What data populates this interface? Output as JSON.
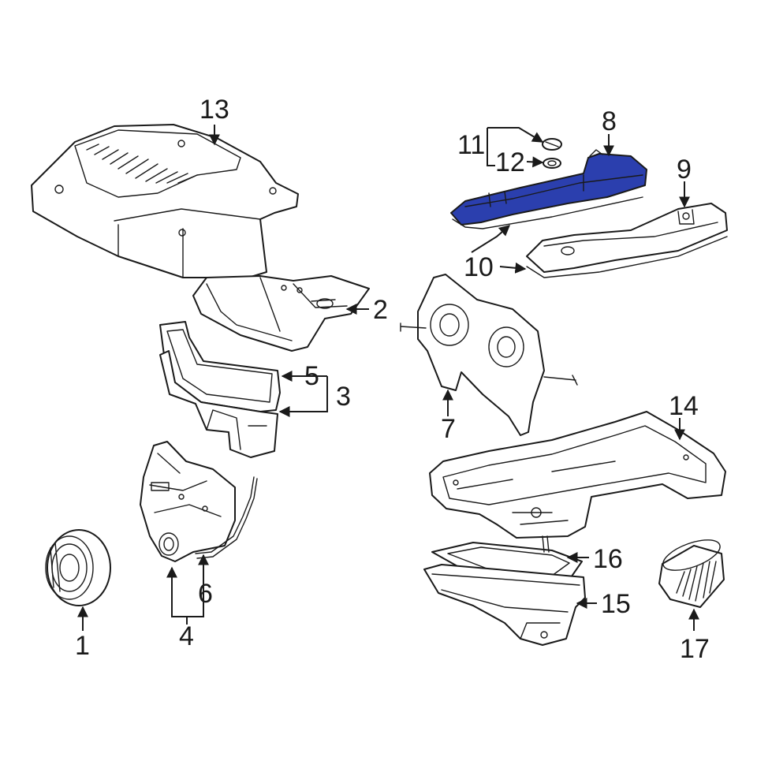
{
  "colors": {
    "highlight": "#2b3fae",
    "line": "#1a1a1a",
    "background": "#ffffff"
  },
  "callouts": {
    "c1": "1",
    "c2": "2",
    "c3": "3",
    "c4": "4",
    "c5": "5",
    "c6": "6",
    "c7": "7",
    "c8": "8",
    "c9": "9",
    "c10": "10",
    "c11": "11",
    "c12": "12",
    "c13": "13",
    "c14": "14",
    "c15": "15",
    "c16": "16",
    "c17": "17"
  },
  "highlighted_part": "8"
}
